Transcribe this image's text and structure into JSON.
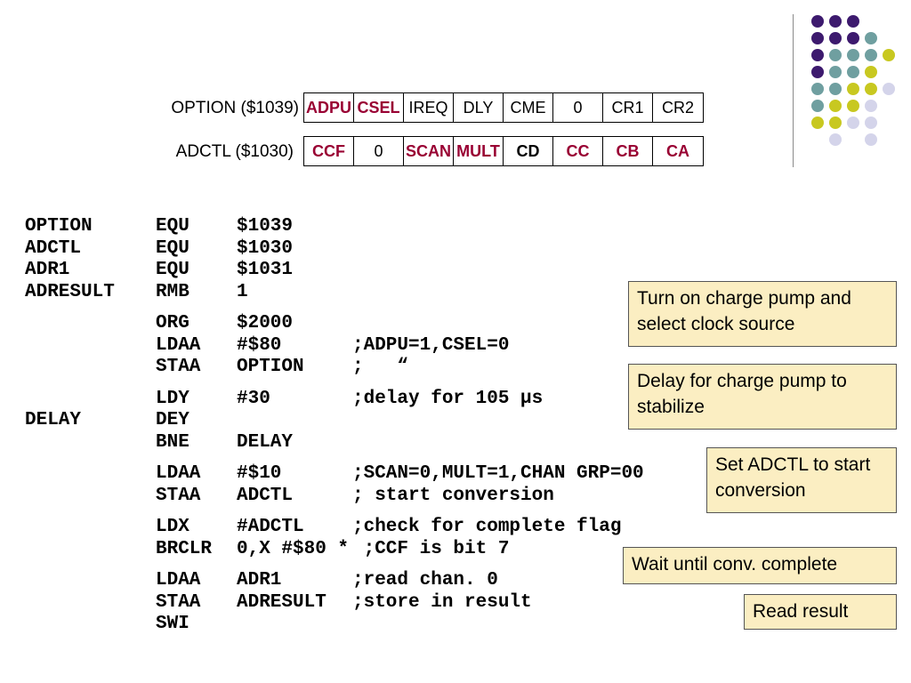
{
  "registers": {
    "option": {
      "label": "OPTION ($1039)",
      "bits": [
        {
          "text": "ADPU",
          "highlight": true
        },
        {
          "text": "CSEL",
          "highlight": true
        },
        {
          "text": "IREQ",
          "highlight": false
        },
        {
          "text": "DLY",
          "highlight": false
        },
        {
          "text": "CME",
          "highlight": false
        },
        {
          "text": "0",
          "highlight": false
        },
        {
          "text": "CR1",
          "highlight": false
        },
        {
          "text": "CR2",
          "highlight": false
        }
      ]
    },
    "adctl": {
      "label": "ADCTL ($1030)",
      "bits": [
        {
          "text": "CCF",
          "highlight": true
        },
        {
          "text": "0",
          "highlight": false
        },
        {
          "text": "SCAN",
          "highlight": true
        },
        {
          "text": "MULT",
          "highlight": true
        },
        {
          "text": "CD",
          "highlight": false,
          "bold": true
        },
        {
          "text": "CC",
          "highlight": true
        },
        {
          "text": "CB",
          "highlight": true
        },
        {
          "text": "CA",
          "highlight": true
        }
      ]
    }
  },
  "code": [
    {
      "label": "OPTION",
      "op": "EQU",
      "arg": "$1039",
      "comment": ""
    },
    {
      "label": "ADCTL",
      "op": "EQU",
      "arg": "$1030",
      "comment": ""
    },
    {
      "label": "ADR1",
      "op": "EQU",
      "arg": "$1031",
      "comment": ""
    },
    {
      "label": "ADRESULT",
      "op": "RMB",
      "arg": "1",
      "comment": ""
    },
    {
      "label": "",
      "op": "ORG",
      "arg": "$2000",
      "comment": "",
      "gap": true
    },
    {
      "label": "",
      "op": "LDAA",
      "arg": "#$80",
      "comment": ";ADPU=1,CSEL=0"
    },
    {
      "label": "",
      "op": "STAA",
      "arg": "OPTION",
      "comment": ";   “"
    },
    {
      "label": "",
      "op": "LDY",
      "arg": "#30",
      "comment": ";delay for 105 µs",
      "gap": true
    },
    {
      "label": "DELAY",
      "op": "DEY",
      "arg": "",
      "comment": ""
    },
    {
      "label": "",
      "op": "BNE",
      "arg": "DELAY",
      "comment": ""
    },
    {
      "label": "",
      "op": "LDAA",
      "arg": "#$10",
      "comment": ";SCAN=0,MULT=1,CHAN GRP=00",
      "gap": true
    },
    {
      "label": "",
      "op": "STAA",
      "arg": "ADCTL",
      "comment": "; start conversion"
    },
    {
      "label": "",
      "op": "LDX",
      "arg": "#ADCTL",
      "comment": ";check for complete flag",
      "gap": true
    },
    {
      "label": "",
      "op": "BRCLR",
      "arg": "0,X #$80 *",
      "comment": " ;CCF is bit 7"
    },
    {
      "label": "",
      "op": "LDAA",
      "arg": "ADR1",
      "comment": ";read chan. 0",
      "gap": true
    },
    {
      "label": "",
      "op": "STAA",
      "arg": "ADRESULT",
      "comment": ";store in result"
    },
    {
      "label": "",
      "op": "SWI",
      "arg": "",
      "comment": ""
    }
  ],
  "notes": [
    {
      "text": "Turn on charge pump and select clock source"
    },
    {
      "text": "Delay for charge pump to stabilize"
    },
    {
      "text": "Set ADCTL to start conversion"
    },
    {
      "text": "Wait until conv. complete"
    },
    {
      "text": "Read result"
    }
  ],
  "decor": {
    "colors": {
      "purple": "#3d1a6e",
      "teal": "#6f9fa0",
      "yellow": "#c8c820",
      "lavender": "#d4d4ea",
      "note_bg": "#fbeec2",
      "highlight_text": "#990033"
    }
  }
}
